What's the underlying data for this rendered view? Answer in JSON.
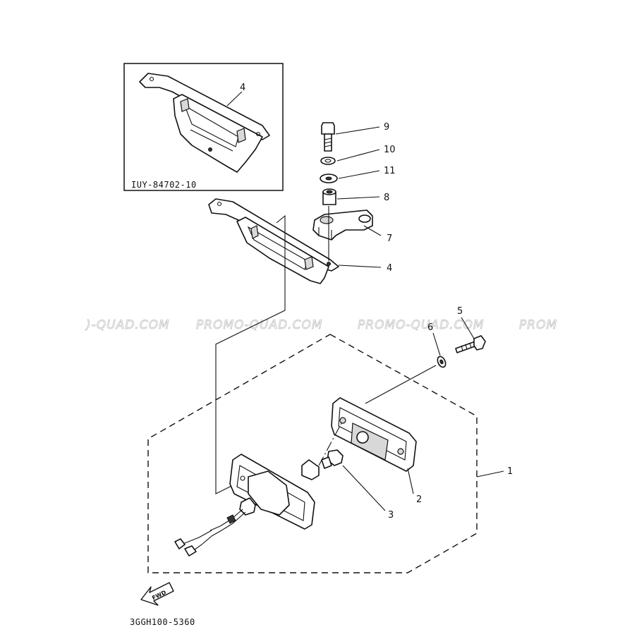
{
  "watermark": {
    "w1": ")-QUAD.COM",
    "w2": "PROMO-QUAD.COM",
    "w3": "PROMO-QUAD.COM",
    "w4": "PROM"
  },
  "inset": {
    "code": "IUY-84702-10",
    "callout": "4"
  },
  "callouts": {
    "p9": "9",
    "p10": "10",
    "p11": "11",
    "p8": "8",
    "p7": "7",
    "p4": "4",
    "p5": "5",
    "p6": "6",
    "p1": "1",
    "p2": "2",
    "p3": "3"
  },
  "fwd_label": "FWD",
  "drawing_code": "3GGH100-5360"
}
